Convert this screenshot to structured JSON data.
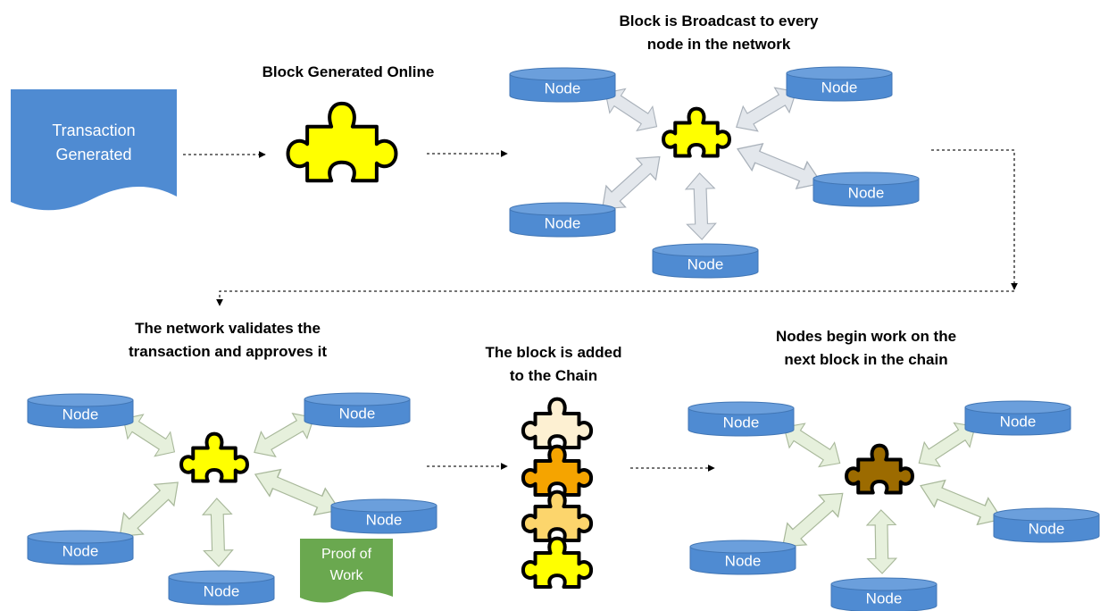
{
  "steps": {
    "transaction": {
      "label_line1": "Transaction",
      "label_line2": "Generated"
    },
    "block_generated": {
      "caption": "Block Generated Online"
    },
    "broadcast": {
      "caption_line1": "Block is Broadcast to every",
      "caption_line2": "node in the network"
    },
    "validate": {
      "caption_line1": "The network validates the",
      "caption_line2": "transaction and approves it"
    },
    "added": {
      "caption_line1": "The block is added",
      "caption_line2": "to the Chain"
    },
    "next_block": {
      "caption_line1": "Nodes begin work on the",
      "caption_line2": "next block in the chain"
    }
  },
  "node_label": "Node",
  "proof_of_work": {
    "line1": "Proof of",
    "line2": "Work"
  },
  "colors": {
    "node_blue": "#4f8bd2",
    "puzzle_yellow": "#ffff00",
    "puzzle_brown": "#9c6b00",
    "arrow_gray": "#e3e7ec",
    "arrow_green": "#e6f0dc",
    "proof_green": "#6aa84f",
    "stack_colors": [
      "#fdf0d2",
      "#f5a400",
      "#fcd56c",
      "#ffff00"
    ]
  }
}
